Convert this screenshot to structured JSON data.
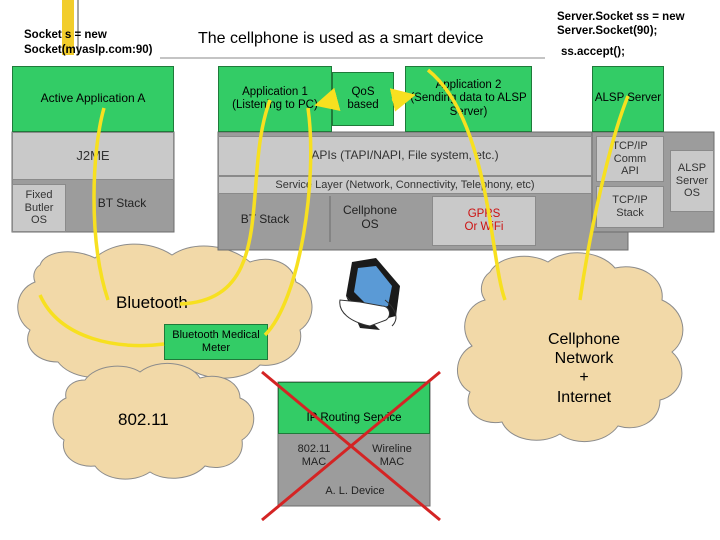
{
  "colors": {
    "app_green": "#33cc66",
    "stack_grey": "#9c9c9c",
    "layer_grey": "#c9c9c9",
    "cloud": "#f2d9a8",
    "connector": "#f7e020",
    "cross": "#d42424",
    "bar": "#f2cd2b"
  },
  "header": {
    "client_code": "Socket s = new\nSocket(myaslp.com:90)",
    "title": "The cellphone is used as a smart device",
    "server_code": "Server.Socket ss = new\nServer.Socket(90);",
    "accept_code": "ss.accept();"
  },
  "left_device": {
    "active_app": "Active Application A",
    "j2me": "J2ME",
    "os": "Fixed\nButler\nOS",
    "bt_stack": "BT Stack"
  },
  "cellphone": {
    "app1": "Application 1\n(Listening to PC)",
    "qos": "QoS\nbased",
    "app2": "Application 2\n(Sending data to ALSP\nServer)",
    "apis": "APIs (TAPI/NAPI, File system, etc.)",
    "service_layer": "Service Layer (Network, Connectivity, Telephony, etc)",
    "bt_stack": "BT Stack",
    "os": "Cellphone\nOS",
    "radio": "GPRS\nOr WiFi"
  },
  "server": {
    "alsp_server": "ALSP Server",
    "comm_api": "TCP/IP\nComm\nAPI",
    "tcp_stack": "TCP/IP\nStack",
    "os": "ALSP\nServer\nOS"
  },
  "clouds": {
    "bluetooth": "Bluetooth",
    "meter": "Bluetooth Medical\nMeter",
    "wlan": "802.11",
    "network": "Cellphone\nNetwork\n+\nInternet"
  },
  "crossed_device": {
    "ip_routing": "IP Routing Service",
    "mac_80211": "802.11\nMAC",
    "wireline_mac": "Wireline\nMAC",
    "device": "A. L. Device"
  }
}
